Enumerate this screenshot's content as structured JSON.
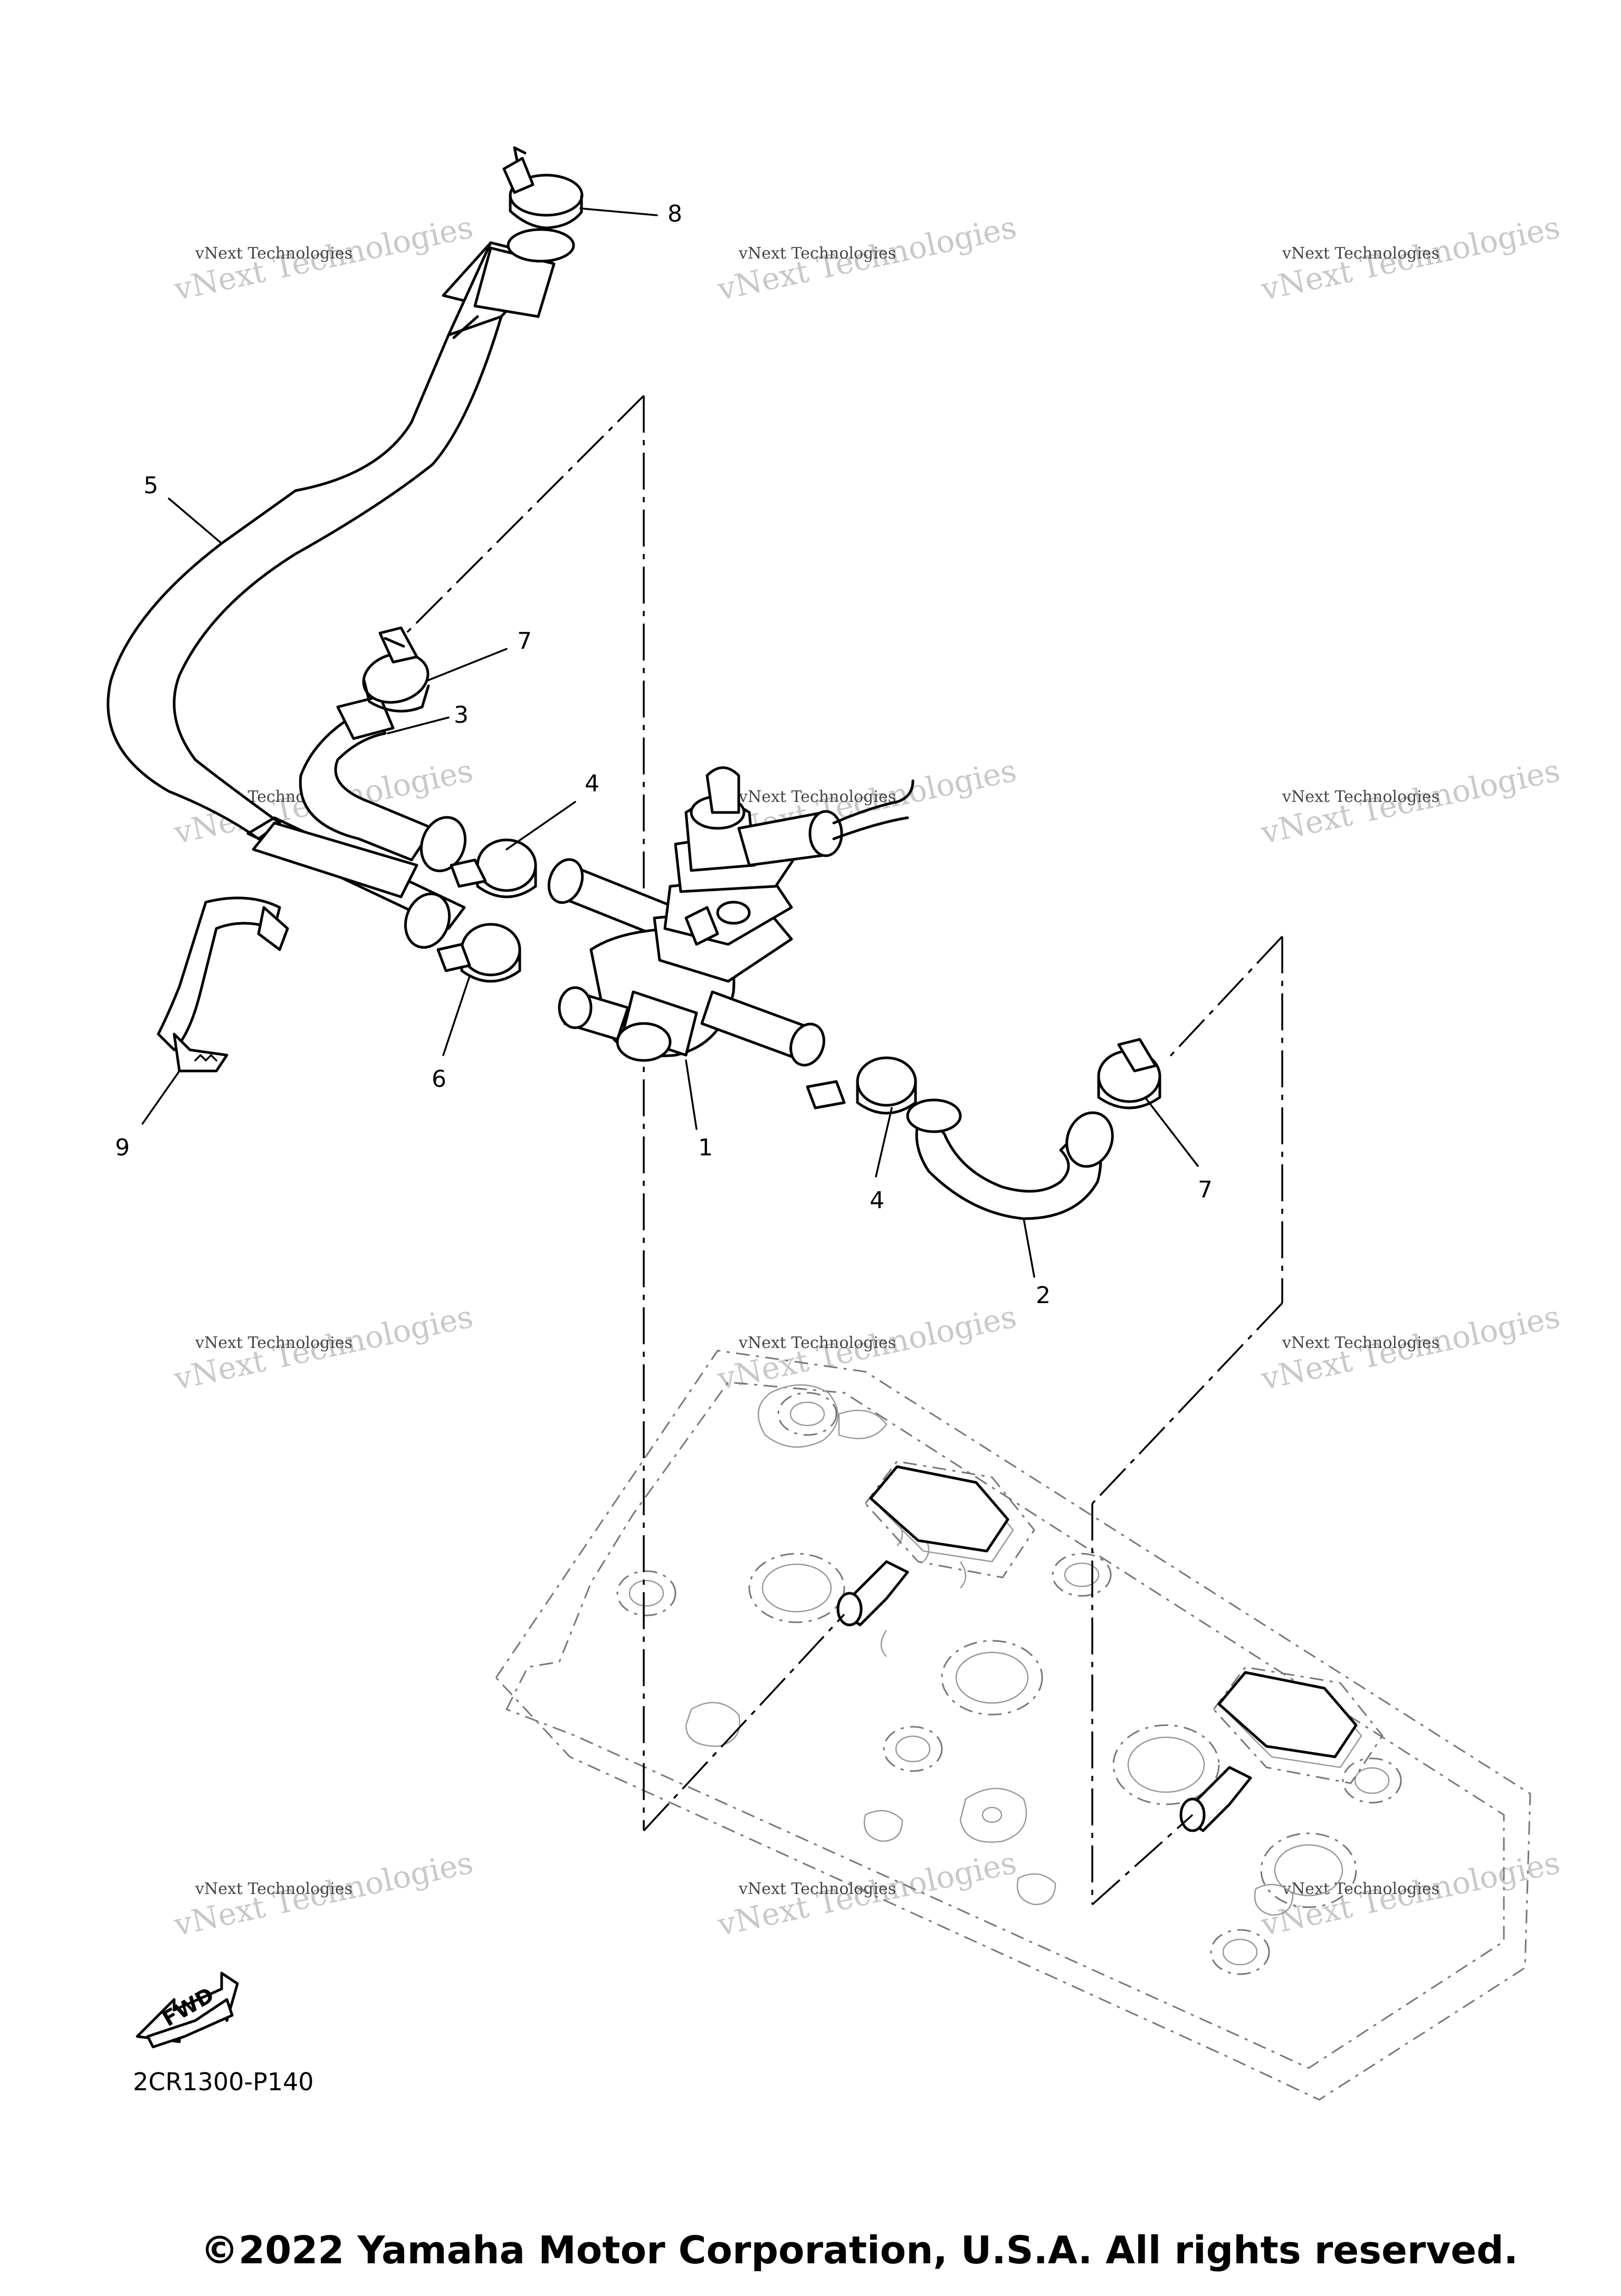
{
  "diagram": {
    "callouts": {
      "p1": "1",
      "p2": "2",
      "p3": "3",
      "p4a": "4",
      "p4b": "4",
      "p5": "5",
      "p6": "6",
      "p7a": "7",
      "p7b": "7",
      "p8": "8",
      "p9": "9"
    },
    "fwd_label": "FWD",
    "drawing_code": "2CR1300-P140",
    "copyright": "©2022 Yamaha Motor Corporation, U.S.A. All rights reserved.",
    "watermark": {
      "line1": "vNext Technologies",
      "line2": "vNext Technologies"
    }
  }
}
